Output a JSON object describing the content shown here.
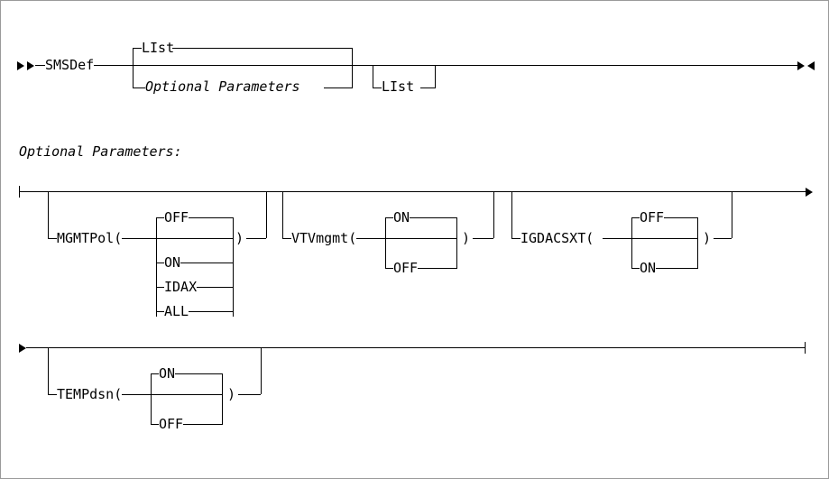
{
  "diagram": {
    "type": "railroad-syntax-diagram",
    "title_command": "SMSDef",
    "colors": {
      "line": "#000000",
      "background": "#ffffff",
      "frame": "#9a9a9a"
    },
    "main_rule": {
      "start_marker": "►►",
      "end_marker": "►◄",
      "keyword": "SMSDef",
      "choice_group": {
        "default_branch": "LIst",
        "alternate_branch": "Optional Parameters"
      },
      "optional_suffix": "LIst"
    },
    "fragment_heading": "Optional Parameters:",
    "fragment_rows": [
      {
        "row": 1,
        "left_marker": "tick",
        "right_marker": "arrow-right",
        "parameters": [
          {
            "name": "MGMTPol",
            "open_paren": "(",
            "close_paren": ")",
            "options": [
              "OFF",
              "ON",
              "IDAX",
              "ALL"
            ],
            "default": "OFF"
          },
          {
            "name": "VTVmgmt",
            "open_paren": "(",
            "close_paren": ")",
            "options": [
              "ON",
              "OFF"
            ],
            "default": "ON"
          },
          {
            "name": "IGDACSXT",
            "open_paren": "(",
            "close_paren": ")",
            "options": [
              "OFF",
              "ON"
            ],
            "default": "OFF"
          }
        ]
      },
      {
        "row": 2,
        "left_marker": "arrow-right",
        "right_marker": "tick",
        "parameters": [
          {
            "name": "TEMPdsn",
            "open_paren": "(",
            "close_paren": ")",
            "options": [
              "ON",
              "OFF"
            ],
            "default": "ON"
          }
        ]
      }
    ]
  },
  "labels": {
    "smsdef": "SMSDef",
    "list_top": "LIst",
    "optional_parameters_branch": "Optional Parameters",
    "list_suffix": "LIst",
    "heading": "Optional Parameters:",
    "mgmtpol_open": "MGMTPol(",
    "mgmtpol_close": ")",
    "mgmtpol_off": "OFF",
    "mgmtpol_on": "ON",
    "mgmtpol_idax": "IDAX",
    "mgmtpol_all": "ALL",
    "vtvmgmt_open": "VTVmgmt(",
    "vtvmgmt_close": ")",
    "vtvmgmt_on": "ON",
    "vtvmgmt_off": "OFF",
    "igdacsxt_open": "IGDACSXT(",
    "igdacsxt_close": ")",
    "igdacsxt_off": "OFF",
    "igdacsxt_on": "ON",
    "tempdsn_open": "TEMPdsn(",
    "tempdsn_close": ")",
    "tempdsn_on": "ON",
    "tempdsn_off": "OFF"
  }
}
